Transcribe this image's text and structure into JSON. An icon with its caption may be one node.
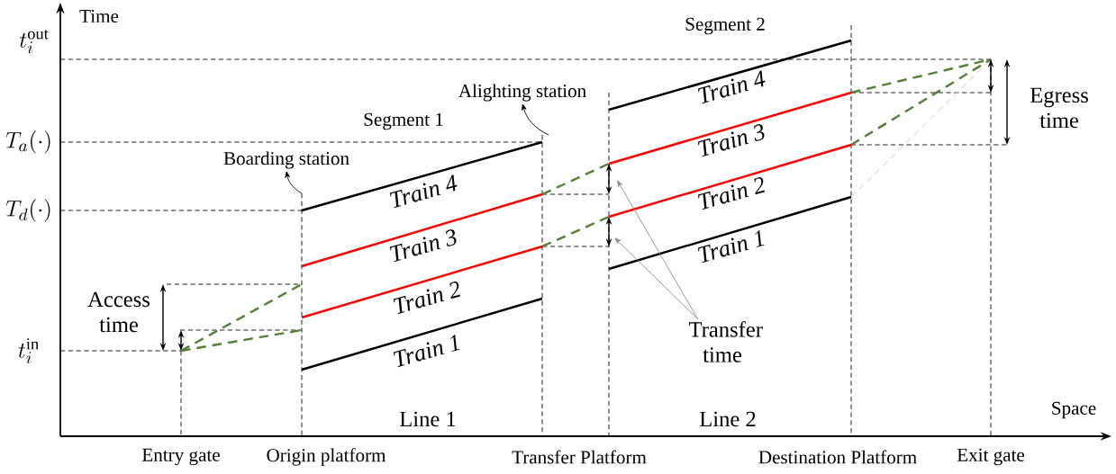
{
  "diagram": {
    "nodes": [
      {
        "text": [
          "Boarding station"
        ]
      },
      {
        "text": [
          "Alighting station"
        ]
      },
      {
        "text": [
          "Transfer time"
        ]
      }
    ],
    "edges": [
      {
        "from": null,
        "to": 0,
        "arrow": "to"
      },
      {
        "from": null,
        "to": 1,
        "arrow": "to"
      },
      {
        "from": 2,
        "to": null,
        "arrow": "to",
        "color": "#8c8c8c"
      },
      {
        "from": 2,
        "to": null,
        "arrow": "to",
        "color": "#8c8c8c"
      }
    ],
    "labels": [
      "Time",
      "t_i^{\\mathrm{out}}",
      "Segment 2",
      "Segment 1",
      "Egress time",
      "T_a(\\cdot)",
      "Train 4",
      "Train 3",
      "Train 4",
      "T_d(\\cdot)",
      "Train 2",
      "Train 3",
      "Train 1",
      "Access time",
      "Train 2",
      "t_i^{\\mathrm{in}}",
      "Train 1",
      "Line 1",
      "Line 2",
      "Space",
      "Entry gate",
      "Origin platform",
      "Transfer Platform",
      "Destination Platform",
      "Exit gate"
    ]
  }
}
